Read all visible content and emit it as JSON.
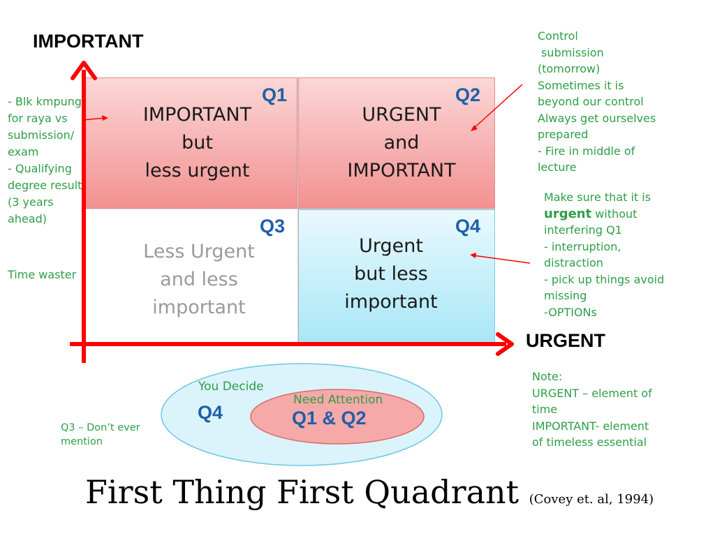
{
  "axes": {
    "y_label": "IMPORTANT",
    "x_label": "URGENT"
  },
  "quadrants": {
    "q1": {
      "label": "Q1",
      "lines": [
        "IMPORTANT",
        "but",
        "less urgent"
      ]
    },
    "q2": {
      "label": "Q2",
      "lines": [
        "URGENT",
        "and",
        "IMPORTANT"
      ]
    },
    "q3": {
      "label": "Q3",
      "lines": [
        "Less Urgent",
        "and less",
        "important"
      ]
    },
    "q4": {
      "label": "Q4",
      "lines": [
        "Urgent",
        "but less",
        "important"
      ]
    }
  },
  "notes": {
    "left_q1": [
      "- Blk kmpung",
      "for raya vs",
      "submission/",
      "exam",
      "- Qualifying",
      "degree result",
      "(3 years",
      "ahead)"
    ],
    "left_q3": "Time waster",
    "right_q2": [
      "Control",
      " submission",
      "(tomorrow)",
      "Sometimes it is",
      "beyond our control",
      "Always get ourselves",
      "prepared",
      "- Fire in middle of",
      "lecture"
    ],
    "right_q4": {
      "line1": "Make sure that it is",
      "emph": "urgent",
      "emph_rest": " without",
      "lines": [
        "interfering Q1",
        "- interruption,",
        "distraction",
        "- pick up things avoid",
        "missing",
        "-OPTIONs"
      ]
    },
    "definitions": [
      "Note:",
      "URGENT – element of",
      "time",
      "IMPORTANT- element",
      "of timeless essential"
    ],
    "q3_never": [
      "Q3 – Don’t ever",
      "mention"
    ]
  },
  "venn": {
    "outer_caption": "You Decide",
    "outer_label": "Q4",
    "inner_caption": "Need Attention",
    "inner_label": "Q1 & Q2"
  },
  "title": {
    "main": "First Thing First Quadrant",
    "citation": "(Covey et. al, 1994)"
  },
  "colors": {
    "axis": "#ff0000",
    "quad_label": "#1f5fa8",
    "note_text": "#2e9e46",
    "pink": "#f39191",
    "blue": "#a9e6f7"
  }
}
